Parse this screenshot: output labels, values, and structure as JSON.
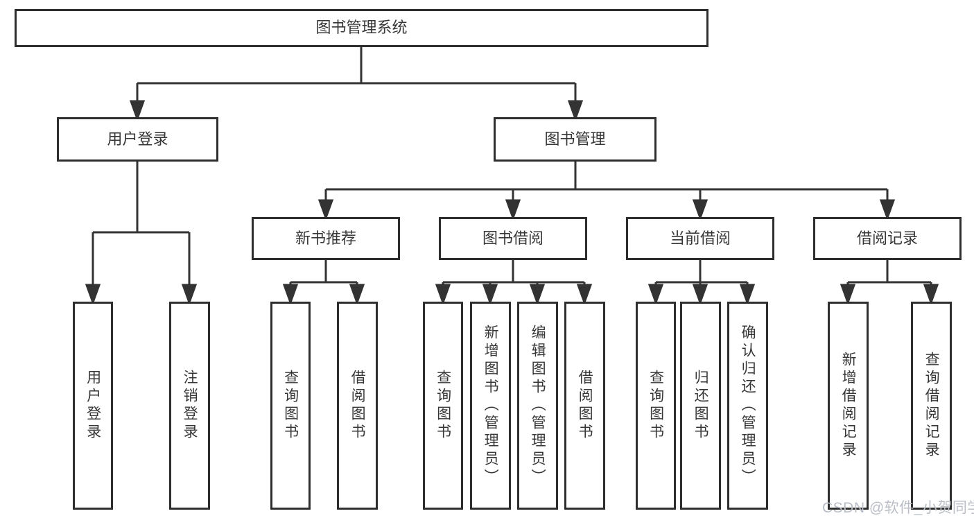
{
  "tree": {
    "root": {
      "label": "图书管理系统"
    },
    "children": [
      {
        "label": "用户登录",
        "children": [
          {
            "label": "用户登录"
          },
          {
            "label": "注销登录"
          }
        ]
      },
      {
        "label": "图书管理",
        "children": [
          {
            "label": "新书推荐",
            "children": [
              {
                "label": "查询图书"
              },
              {
                "label": "借阅图书"
              }
            ]
          },
          {
            "label": "图书借阅",
            "children": [
              {
                "label": "查询图书"
              },
              {
                "label": "新增图书（管理员）"
              },
              {
                "label": "编辑图书（管理员）"
              },
              {
                "label": "借阅图书"
              }
            ]
          },
          {
            "label": "当前借阅",
            "children": [
              {
                "label": "查询图书"
              },
              {
                "label": "归还图书"
              },
              {
                "label": "确认归还（管理员）"
              }
            ]
          },
          {
            "label": "借阅记录",
            "children": [
              {
                "label": "新增借阅记录"
              },
              {
                "label": "查询借阅记录"
              }
            ]
          }
        ]
      }
    ]
  },
  "watermark": {
    "text": "CSDN @软件_小贺同学"
  },
  "colors": {
    "line": "#333333",
    "box_border": "#2e2e2e",
    "text": "#363636",
    "watermark": "#b9bec6",
    "background": "#ffffff"
  }
}
